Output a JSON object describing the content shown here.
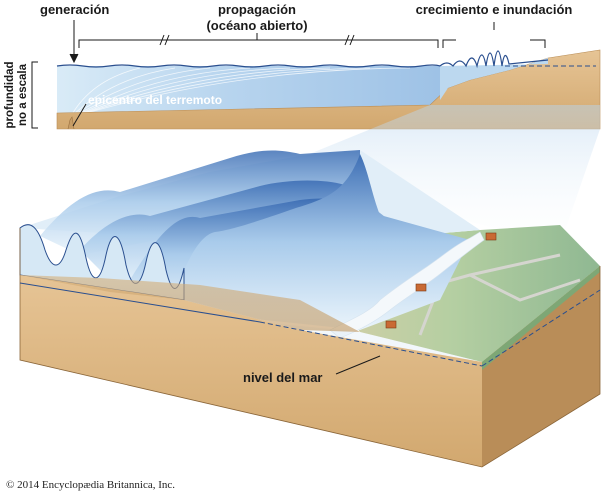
{
  "labels": {
    "generation": "generación",
    "propagation_line1": "propagación",
    "propagation_line2": "(océano abierto)",
    "growth": "crecimiento e inundación",
    "depth_line1": "profundidad",
    "depth_line2": "no a escala",
    "epicenter": "epicentro del terremoto",
    "sea_level": "nivel del mar"
  },
  "credit": "© 2014 Encyclopædia Britannica, Inc.",
  "colors": {
    "water_light": "#cfe6f5",
    "water_dark": "#3b6fb4",
    "sand": "#e0bd8c",
    "sand_dark": "#c79d66",
    "land_green": "#a9c9a0",
    "accent_line": "#2a4f8f"
  }
}
